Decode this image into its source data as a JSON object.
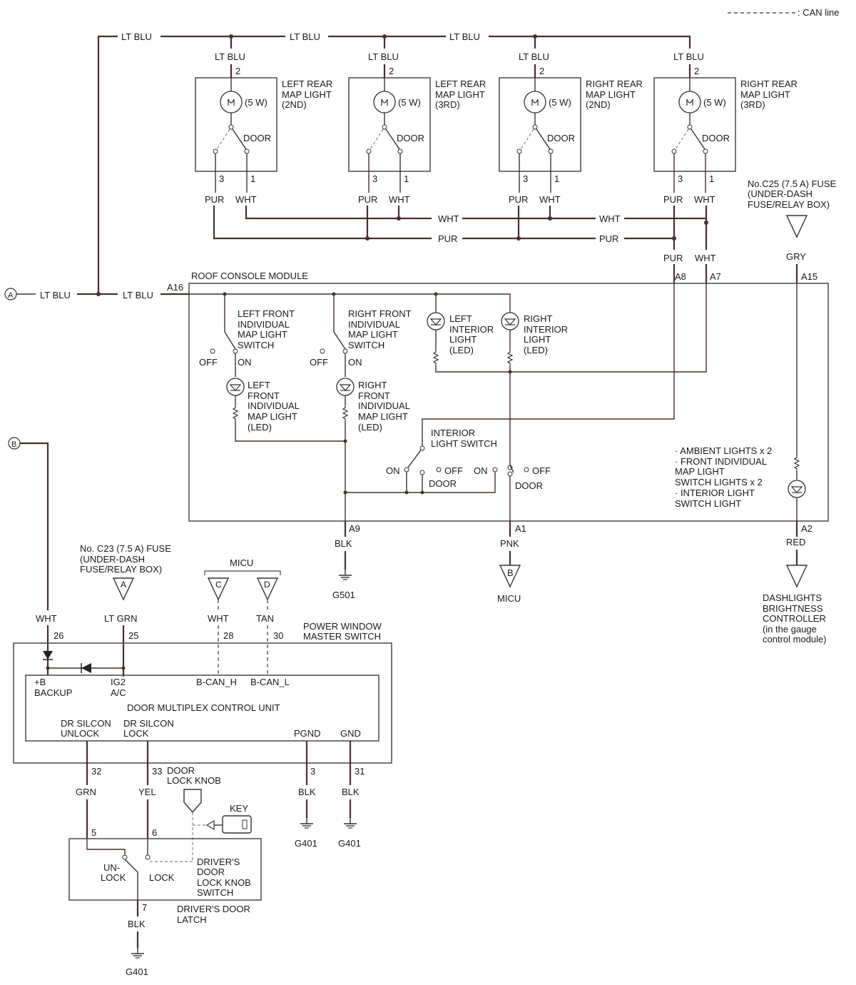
{
  "legend": {
    "can_line": ": CAN line"
  },
  "wires": {
    "lt_blu": "LT BLU",
    "pur": "PUR",
    "wht": "WHT",
    "gry": "GRY",
    "blk": "BLK",
    "pnk": "PNK",
    "red": "RED",
    "lt_grn": "LT GRN",
    "tan": "TAN",
    "grn": "GRN",
    "yel": "YEL"
  },
  "rear_lights": [
    {
      "title1": "LEFT REAR",
      "title2": "MAP LIGHT",
      "title3": "(2ND)"
    },
    {
      "title1": "LEFT REAR",
      "title2": "MAP LIGHT",
      "title3": "(3RD)"
    },
    {
      "title1": "RIGHT REAR",
      "title2": "MAP LIGHT",
      "title3": "(2ND)"
    },
    {
      "title1": "RIGHT REAR",
      "title2": "MAP LIGHT",
      "title3": "(3RD)"
    }
  ],
  "rear_common": {
    "watt": "(5 W)",
    "door": "DOOR",
    "pin2": "2",
    "pin3": "3",
    "pin1": "1"
  },
  "connectors": {
    "a": "A",
    "b": "B",
    "c": "C",
    "d": "D",
    "a16": "A16",
    "a8": "A8",
    "a7": "A7",
    "a15": "A15",
    "a9": "A9",
    "a1": "A1",
    "a2": "A2"
  },
  "fuse_c25": {
    "l1": "No.C25 (7.5 A) FUSE",
    "l2": "(UNDER-DASH",
    "l3": "FUSE/RELAY BOX)"
  },
  "fuse_c23": {
    "l1": "No. C23 (7.5 A) FUSE",
    "l2": "(UNDER-DASH",
    "l3": "FUSE/RELAY BOX)"
  },
  "roof": {
    "title": "ROOF CONSOLE MODULE",
    "lf_switch": [
      "LEFT FRONT",
      "INDIVIDUAL",
      "MAP LIGHT",
      "SWITCH"
    ],
    "rf_switch": [
      "RIGHT FRONT",
      "INDIVIDUAL",
      "MAP LIGHT",
      "SWITCH"
    ],
    "left_interior": [
      "LEFT",
      "INTERIOR",
      "LIGHT",
      "(LED)"
    ],
    "right_interior": [
      "RIGHT",
      "INTERIOR",
      "LIGHT",
      "(LED)"
    ],
    "lf_map": [
      "LEFT",
      "FRONT",
      "INDIVIDUAL",
      "MAP LIGHT",
      "(LED)"
    ],
    "rf_map": [
      "RIGHT",
      "FRONT",
      "INDIVIDUAL",
      "MAP LIGHT",
      "(LED)"
    ],
    "interior_switch": [
      "INTERIOR",
      "LIGHT SWITCH"
    ],
    "off": "OFF",
    "on": "ON",
    "door": "DOOR",
    "ambient": [
      "· AMBIENT LIGHTS x 2",
      "· FRONT INDIVIDUAL",
      "MAP LIGHT",
      "SWITCH LIGHTS x 2",
      "· INTERIOR LIGHT",
      "SWITCH LIGHT"
    ]
  },
  "grounds": {
    "g501": "G501",
    "g401": "G401"
  },
  "micu": "MICU",
  "dash": [
    "DASHLIGHTS",
    "BRIGHTNESS",
    "CONTROLLER",
    "(in the gauge",
    "control module)"
  ],
  "pwms": {
    "title1": "POWER WINDOW",
    "title2": "MASTER SWITCH",
    "pin26": "26",
    "pin25": "25",
    "pin28": "28",
    "pin30": "30",
    "pin32": "32",
    "pin33": "33",
    "pin3": "3",
    "pin31": "31",
    "b_backup1": "+B",
    "b_backup2": "BACKUP",
    "ig2_1": "IG2",
    "ig2_2": "A/C",
    "bcan_h": "B-CAN_H",
    "bcan_l": "B-CAN_L",
    "unit": "DOOR MULTIPLEX CONTROL UNIT",
    "dr_unlock1": "DR SILCON",
    "dr_unlock2": "UNLOCK",
    "dr_lock1": "DR SILCON",
    "dr_lock2": "LOCK",
    "pgnd": "PGND",
    "gnd": "GND"
  },
  "latch": {
    "knob1": "DOOR",
    "knob2": "LOCK KNOB",
    "key": "KEY",
    "pin5": "5",
    "pin6": "6",
    "pin7": "7",
    "unlock1": "UN-",
    "unlock2": "LOCK",
    "lock": "LOCK",
    "sw": [
      "DRIVER'S",
      "DOOR",
      "LOCK KNOB",
      "SWITCH"
    ],
    "latch1": "DRIVER'S DOOR",
    "latch2": "LATCH"
  }
}
